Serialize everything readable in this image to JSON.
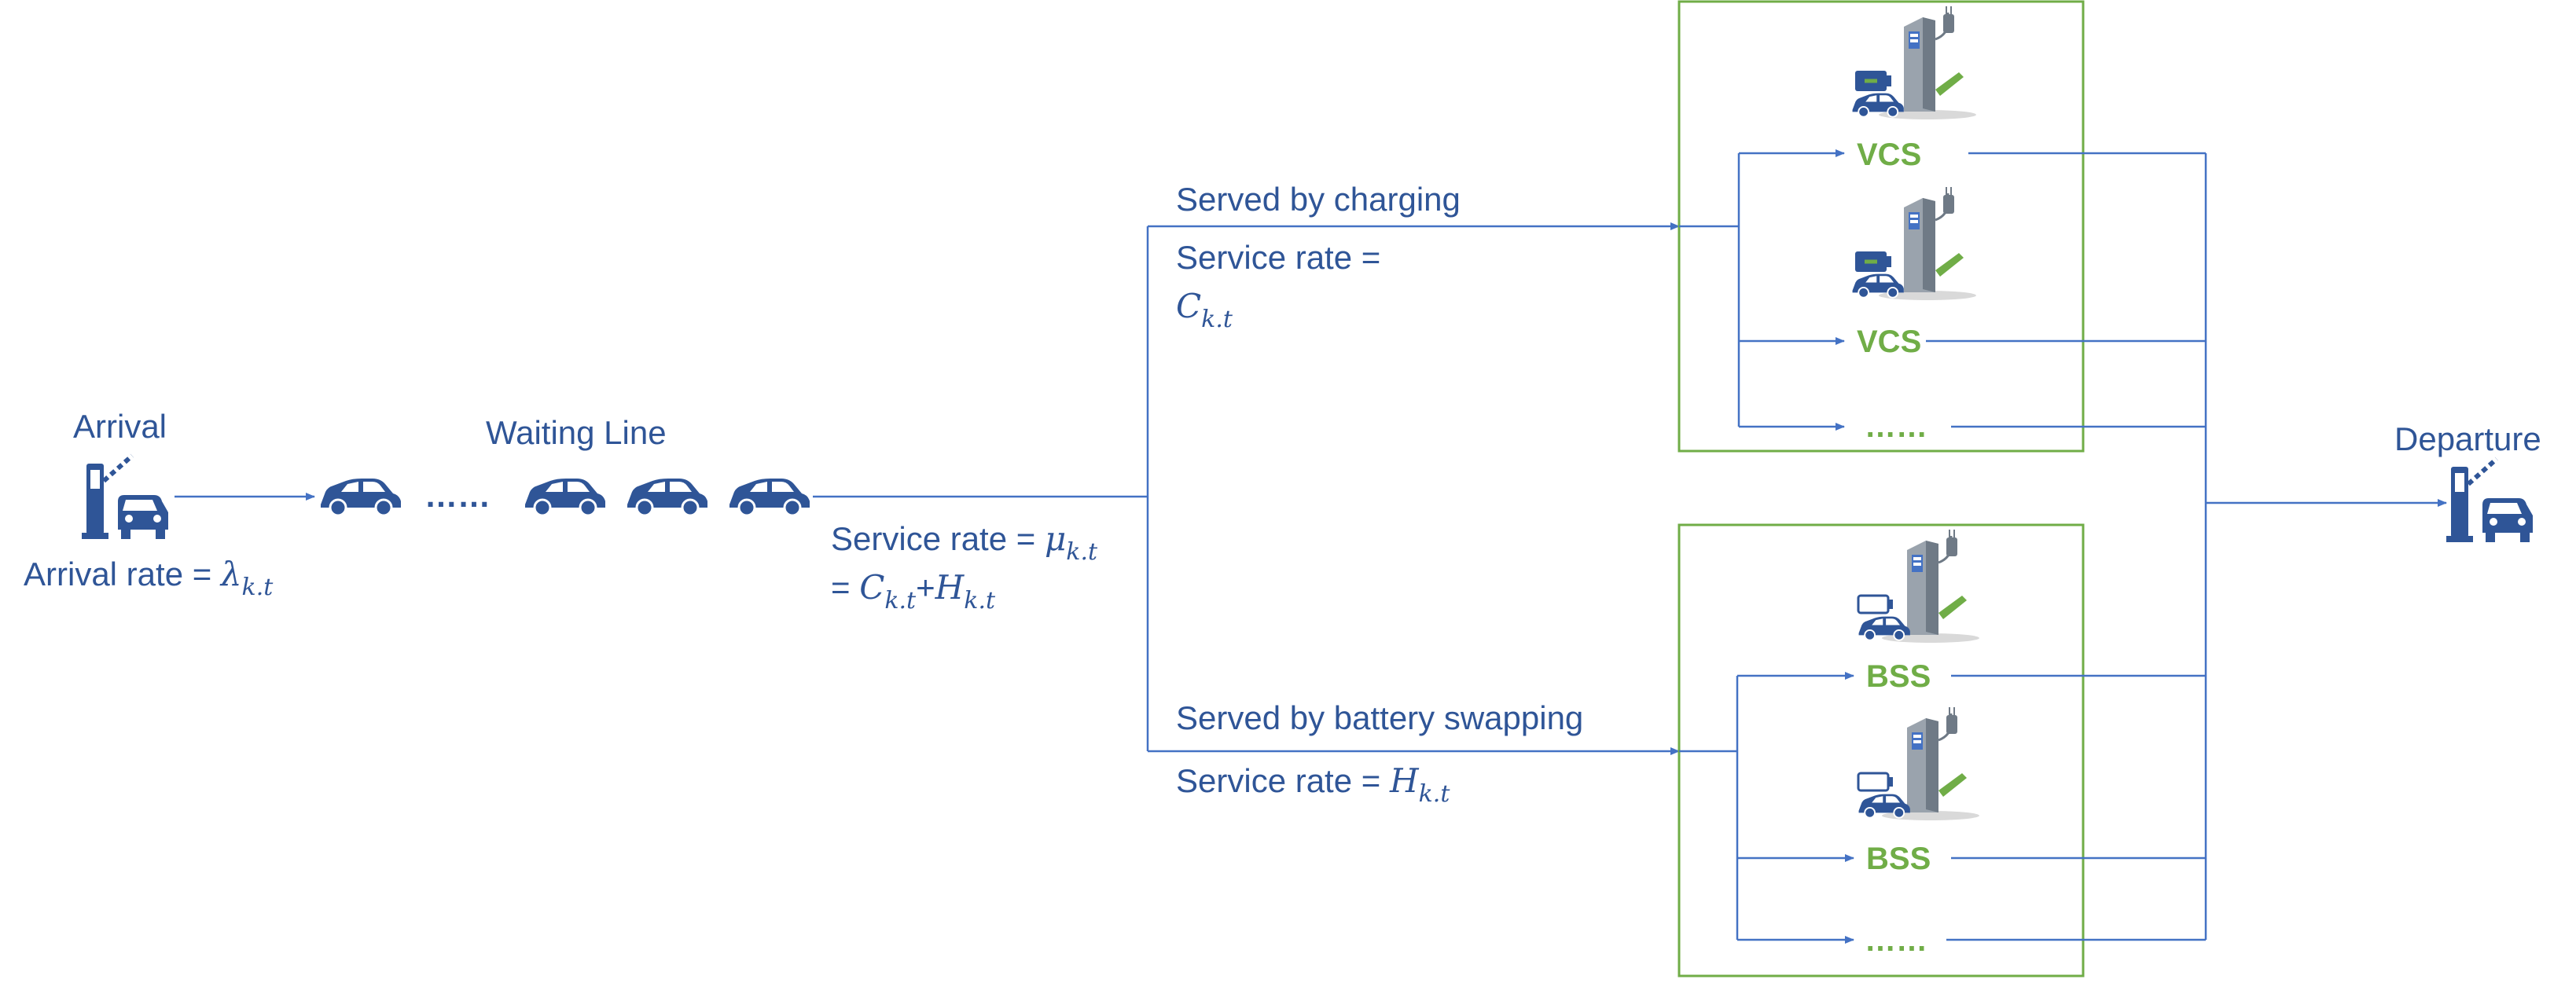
{
  "arrival": {
    "title": "Arrival",
    "rate_label": "Arrival rate = ",
    "rate_symbol": "λ",
    "rate_sub": "k.t"
  },
  "waiting_line": {
    "title": "Waiting Line",
    "ellipsis": "……"
  },
  "service_total": {
    "line1_label": "Service rate = ",
    "mu": "μ",
    "mu_sub": "k.t",
    "line2_eq": "= ",
    "c": "C",
    "c_sub": "k.t",
    "plus": "+",
    "h": "H",
    "h_sub": "k.t"
  },
  "charging_branch": {
    "title": "Served by charging",
    "rate_label": "Service rate =",
    "symbol": "C",
    "sub": "k.t",
    "stations": [
      "VCS",
      "VCS",
      "……"
    ]
  },
  "swapping_branch": {
    "title": "Served by battery swapping",
    "rate_label": "Service rate = ",
    "symbol": "H",
    "sub": "k.t",
    "stations": [
      "BSS",
      "BSS",
      "……"
    ]
  },
  "departure": {
    "title": "Departure"
  },
  "colors": {
    "text": "#2f5597",
    "flow_line": "#4472c4",
    "box_border": "#70ad47",
    "station_label": "#70ad47",
    "icon": "#2f5597",
    "charger_body": "#9aa3ad"
  }
}
